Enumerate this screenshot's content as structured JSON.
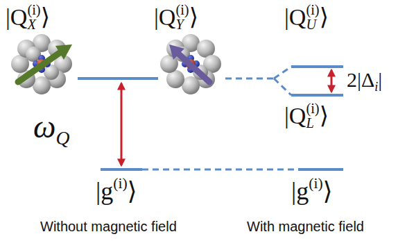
{
  "diagram": {
    "labels": [
      "|Q",
      "X",
      "(i)",
      "⟩",
      "|Q",
      "Y",
      "(i)",
      "⟩",
      "|Q",
      "U",
      "(i)",
      "⟩",
      "2|Δ",
      "i",
      "|",
      "|Q",
      "L",
      "(i)",
      "⟩",
      "ω",
      "Q",
      "|g",
      "(i)",
      "⟩",
      "|g",
      "(i)",
      "⟩",
      "Without magnetic field",
      "With magnetic field"
    ]
  }
}
